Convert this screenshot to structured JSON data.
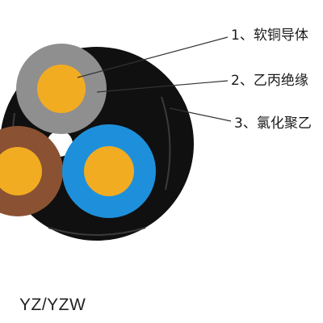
{
  "diagram": {
    "callouts": [
      {
        "number": "1、",
        "text": "软铜导体"
      },
      {
        "number": "2、",
        "text": "乙丙绝缘"
      },
      {
        "number": "3、",
        "text": "氯化聚乙"
      }
    ],
    "model_label": "YZ/YZW",
    "colors": {
      "sheath": "#101010",
      "conductor": "#f2ac22",
      "insulation_grey": "#8f8f8f",
      "insulation_brown": "#8a5232",
      "insulation_blue": "#1e90db",
      "filler": "#ffffff",
      "leader_line": "#333333"
    }
  }
}
